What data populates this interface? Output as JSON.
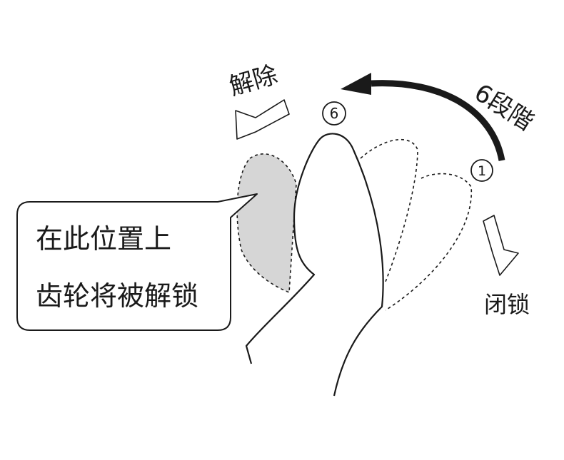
{
  "labels": {
    "release": "解除",
    "six_steps": "6段階",
    "lock": "闭锁",
    "step_6": "6",
    "step_1": "1"
  },
  "callout": {
    "line1": "在此位置上",
    "line2": "齿轮将被解锁"
  },
  "colors": {
    "stroke": "#1a1a1a",
    "highlight_fill": "#d6d6d6",
    "background": "#ffffff"
  }
}
